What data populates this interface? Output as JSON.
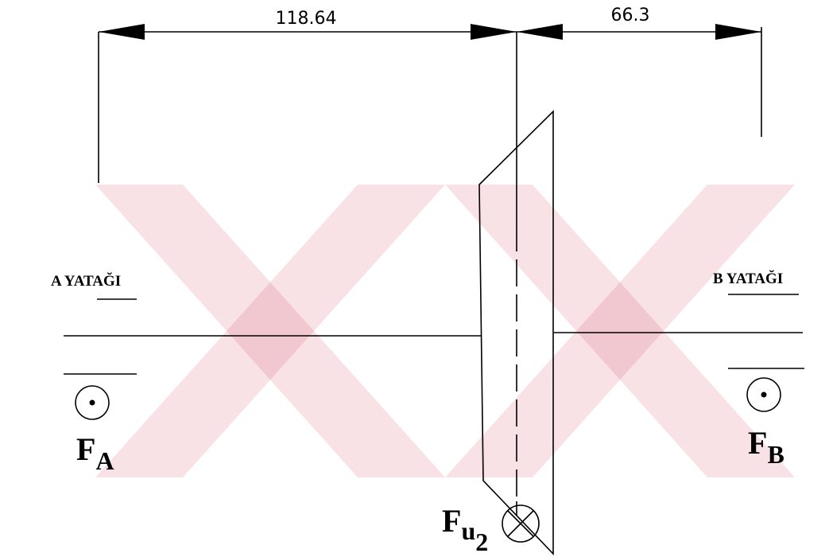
{
  "dimensions": {
    "left": "118.64",
    "right": "66.3"
  },
  "bearings": {
    "a_label": "A YATAĞI",
    "b_label": "B YATAĞI"
  },
  "forces": {
    "fa_main": "F",
    "fa_sub": "A",
    "fb_main": "F",
    "fb_sub": "B",
    "fu_main": "F",
    "fu_sub": "u",
    "fu_subsub": "2"
  },
  "colors": {
    "watermark": "#c8102e",
    "line": "#000000"
  }
}
